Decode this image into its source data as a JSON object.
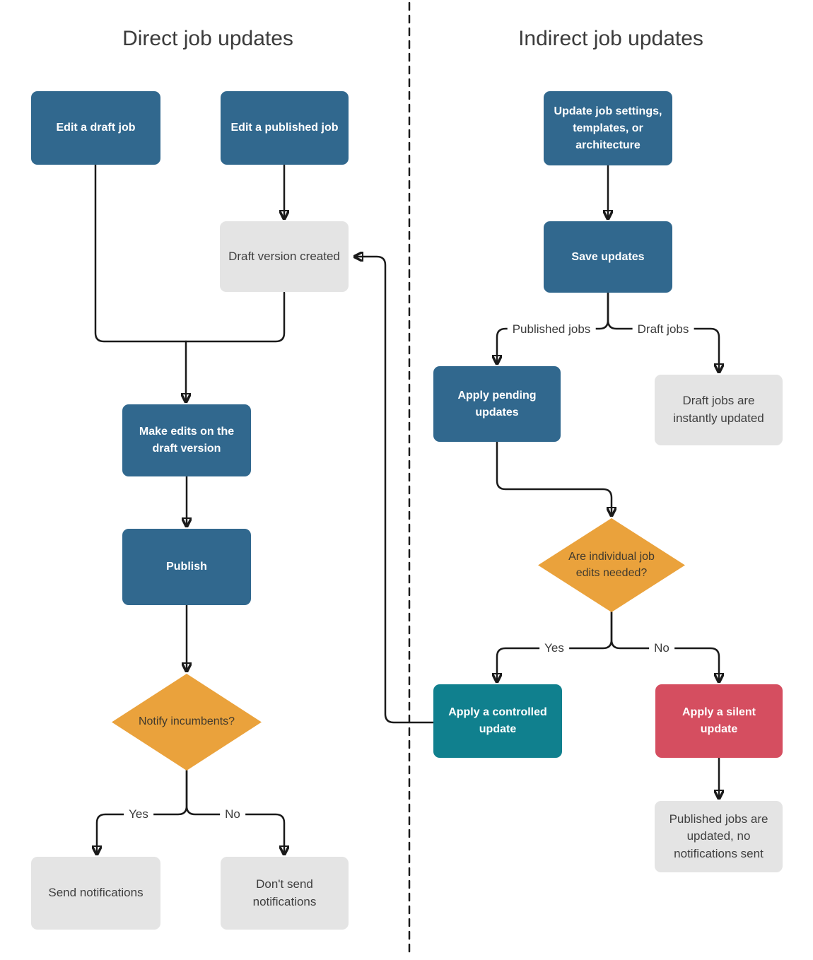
{
  "left": {
    "title": "Direct job updates",
    "nodes": {
      "edit_draft_job": "Edit a draft job",
      "edit_published_job": "Edit a published job",
      "draft_version_created": "Draft version created",
      "make_edits": "Make edits on the draft version",
      "publish": "Publish",
      "notify_incumbents": "Notify incumbents?",
      "send_notifications": "Send notifications",
      "dont_send_notifications": "Don't send notifications"
    },
    "edge_labels": {
      "yes": "Yes",
      "no": "No"
    }
  },
  "right": {
    "title": "Indirect job updates",
    "nodes": {
      "update_job_settings": "Update job settings, templates, or architecture",
      "save_updates": "Save updates",
      "apply_pending_updates": "Apply pending updates",
      "draft_jobs_instant": "Draft jobs are instantly updated",
      "job_edits_needed": "Are individual job edits needed?",
      "apply_controlled_update": "Apply a controlled update",
      "apply_silent_update": "Apply a silent update",
      "published_jobs_updated": "Published jobs are updated, no notifications sent"
    },
    "edge_labels": {
      "published_jobs": "Published jobs",
      "draft_jobs": "Draft jobs",
      "yes": "Yes",
      "no": "No"
    }
  },
  "colors": {
    "process_blue": "#31688e",
    "result_gray": "#e4e4e4",
    "decision_orange": "#eaa23c",
    "controlled_teal": "#10808e",
    "silent_red": "#d54e60",
    "connector_black": "#1a1a1a"
  }
}
